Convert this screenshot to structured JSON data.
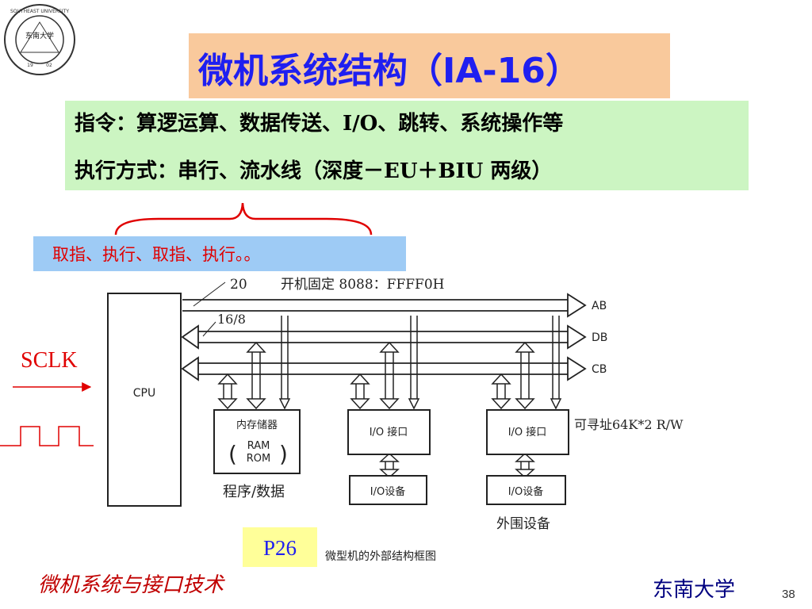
{
  "slide": {
    "title": "微机系统结构（IA-16）",
    "info_line_1": "指令：算逻运算、数据传送、I/O、跳转、系统操作等",
    "info_line_2": "执行方式：串行、流水线（深度－EU＋BIU  两级）",
    "note": "取指、执行、取指、执行。。",
    "sclk_label": "SCLK",
    "page_ref": "P26",
    "course_name": "微机系统与接口技术",
    "university": "东南大学",
    "page_number": "38"
  },
  "logo": {
    "icon": "university-seal-icon",
    "center_text": "东南大学",
    "ring_text": "SOUTHEAST UNIVERSITY",
    "year_left": "19",
    "year_right": "02"
  },
  "diagram": {
    "cpu_label": "CPU",
    "address_width": "20",
    "boot_note": "开机固定  8088：FFFF0H",
    "data_width": "16/8",
    "bus_ab": "AB",
    "bus_db": "DB",
    "bus_cb": "CB",
    "memory_title": "内存储器",
    "memory_ram": "RAM",
    "memory_rom": "ROM",
    "memory_caption": "程序/数据",
    "io_interface_1": "I/O 接口",
    "io_interface_2": "I/O 接口",
    "io_device_1": "I/O设备",
    "io_device_2": "I/O设备",
    "address_space_note": "可寻址64K*2  R/W",
    "peripherals_caption": "外围设备",
    "figure_caption": "微型机的外部结构框图"
  },
  "colors": {
    "title_text": "#1f1ff0",
    "title_background": "#f9c99c",
    "info_background": "#ccf5c2",
    "note_background": "#9ecbf5",
    "accent_red": "#e00000",
    "page_ref_background": "#ffff99",
    "footer_left": "#c00000",
    "footer_right": "#000080"
  }
}
